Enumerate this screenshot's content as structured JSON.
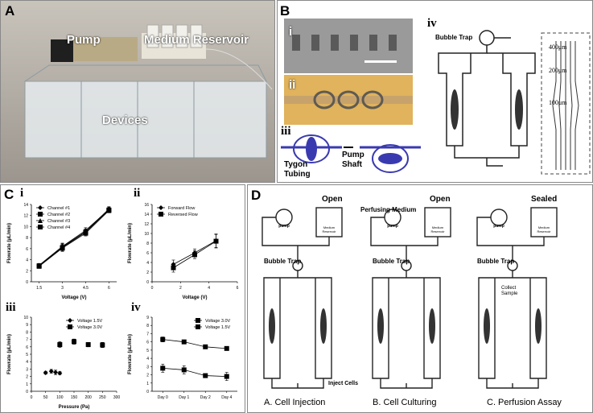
{
  "panels": {
    "A": {
      "label": "A",
      "pump": "Pump",
      "reservoir": "Medium Reservoir",
      "devices": "Devices"
    },
    "B": {
      "label": "B",
      "sub_i": "i",
      "sub_ii": "ii",
      "sub_iii": "iii",
      "sub_iv": "iv",
      "tygon": "Tygon",
      "tubing": "Tubing",
      "pump": "Pump",
      "shaft": "Shaft",
      "bubble_trap": "Bubble Trap",
      "d400": "400μm",
      "d200": "200μm",
      "d100": "100μm"
    },
    "C": {
      "label": "C",
      "sub_i": "i",
      "sub_ii": "ii",
      "sub_iii": "iii",
      "sub_iv": "iv"
    },
    "D": {
      "label": "D",
      "open1": "Open",
      "open2": "Open",
      "sealed": "Sealed",
      "perfusing": "Perfusing Medium",
      "pump": "pump",
      "medium": "Medium",
      "reservoir": "Reservoir",
      "bubble_trap": "Bubble Trap",
      "inject": "Inject Cells",
      "collect": "Collect Sample",
      "capA": "A. Cell Injection",
      "capB": "B. Cell Culturing",
      "capC": "C. Perfusion Assay"
    }
  },
  "chart_data": [
    {
      "id": "Ci",
      "type": "line",
      "xlabel": "Voltage (V)",
      "ylabel": "Flowrate (μL/min)",
      "xlim": [
        1,
        6.5
      ],
      "ylim": [
        0,
        14
      ],
      "xticks": [
        1.5,
        3,
        4.5,
        6
      ],
      "yticks": [
        0,
        2,
        4,
        6,
        8,
        10,
        12,
        14
      ],
      "legend": "top-left",
      "series": [
        {
          "name": "Channel #1",
          "marker": "diamond",
          "x": [
            1.5,
            3,
            4.5,
            6
          ],
          "y": [
            2.9,
            6.3,
            9.1,
            13.2
          ],
          "err": [
            0.3,
            0.6,
            0.5,
            0.4
          ]
        },
        {
          "name": "Channel #2",
          "marker": "square",
          "x": [
            1.5,
            3,
            4.5,
            6
          ],
          "y": [
            2.8,
            6.1,
            8.8,
            12.9
          ],
          "err": [
            0.3,
            0.6,
            0.5,
            0.4
          ]
        },
        {
          "name": "Channel #3",
          "marker": "triangle",
          "x": [
            1.5,
            3,
            4.5,
            6
          ],
          "y": [
            3.0,
            6.4,
            9.3,
            13.1
          ],
          "err": [
            0.3,
            0.6,
            0.5,
            0.4
          ]
        },
        {
          "name": "Channel #4",
          "marker": "square",
          "x": [
            1.5,
            3,
            4.5,
            6
          ],
          "y": [
            2.9,
            6.2,
            9.0,
            13.0
          ],
          "err": [
            0.3,
            0.6,
            0.5,
            0.4
          ]
        }
      ]
    },
    {
      "id": "Cii",
      "type": "line",
      "xlabel": "Voltage (V)",
      "ylabel": "Flowrate (μL/min)",
      "xlim": [
        0,
        6
      ],
      "ylim": [
        0,
        16
      ],
      "xticks": [
        0,
        2,
        4,
        6
      ],
      "yticks": [
        0,
        2,
        4,
        6,
        8,
        10,
        12,
        14,
        16
      ],
      "legend": "top-left",
      "series": [
        {
          "name": "Forward Flow",
          "marker": "diamond",
          "x": [
            1.5,
            3,
            4.5
          ],
          "y": [
            3.6,
            6.0,
            8.5
          ],
          "err": [
            0.9,
            0.8,
            1.4
          ]
        },
        {
          "name": "Reversed Flow",
          "marker": "square",
          "x": [
            1.5,
            3,
            4.5
          ],
          "y": [
            2.9,
            5.6,
            8.4
          ],
          "err": [
            0.9,
            0.8,
            1.4
          ]
        }
      ]
    },
    {
      "id": "Ciii",
      "type": "scatter",
      "xlabel": "Pressure (Pa)",
      "ylabel": "Flowrate (μL/min)",
      "xlim": [
        0,
        300
      ],
      "ylim": [
        0,
        10
      ],
      "xticks": [
        0,
        50,
        100,
        150,
        200,
        250,
        300
      ],
      "yticks": [
        0,
        1,
        2,
        3,
        4,
        5,
        6,
        7,
        8,
        9,
        10
      ],
      "legend": "top-center",
      "series": [
        {
          "name": "Voltage 1.5V",
          "marker": "diamond",
          "x": [
            50,
            70,
            85,
            100
          ],
          "y": [
            2.5,
            2.7,
            2.55,
            2.45
          ],
          "err": [
            0.2,
            0.25,
            0.3,
            0.2
          ]
        },
        {
          "name": "Voltage 3.0V",
          "marker": "square",
          "x": [
            100,
            150,
            200,
            250
          ],
          "y": [
            6.3,
            6.7,
            6.3,
            6.25
          ],
          "err": [
            0.4,
            0.35,
            0.3,
            0.35
          ]
        }
      ]
    },
    {
      "id": "Civ",
      "type": "line",
      "xlabel": "",
      "ylabel": "Flowrate (μL/min)",
      "categories": [
        "Day 0",
        "Day 1",
        "Day 2",
        "Day 4"
      ],
      "ylim": [
        0,
        9
      ],
      "yticks": [
        0,
        1,
        2,
        3,
        4,
        5,
        6,
        7,
        8,
        9
      ],
      "legend": "top-right",
      "series": [
        {
          "name": "Voltage 3.0V",
          "marker": "square",
          "values": [
            6.3,
            6.0,
            5.4,
            5.2
          ],
          "err": [
            0.3,
            0.15,
            0.2,
            0.2
          ]
        },
        {
          "name": "Voltage 1.5V",
          "marker": "square",
          "values": [
            2.8,
            2.6,
            1.9,
            1.8
          ],
          "err": [
            0.5,
            0.5,
            0.2,
            0.5
          ]
        }
      ]
    }
  ]
}
